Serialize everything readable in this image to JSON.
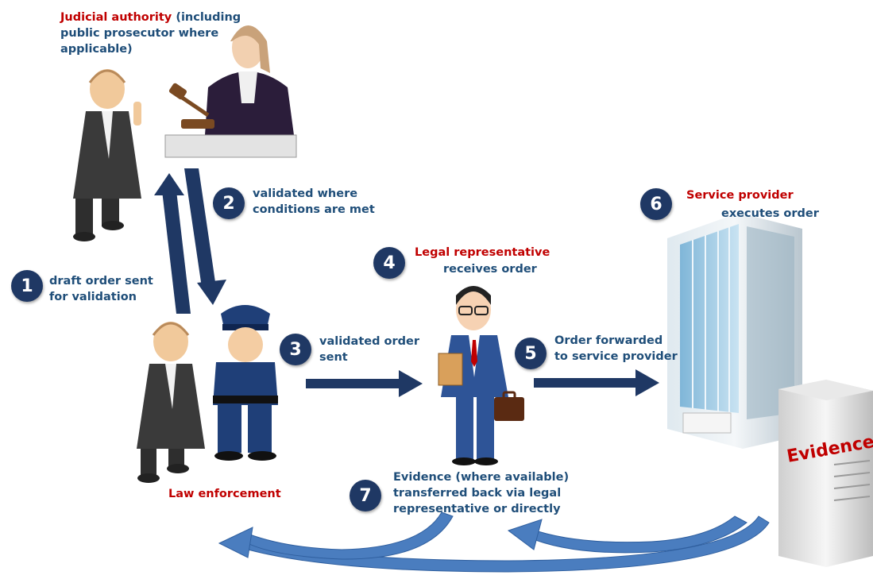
{
  "colors": {
    "navy": "#1f3864",
    "label_blue": "#1f4e79",
    "red": "#c00000",
    "curve_blue": "#4a7dbf"
  },
  "judicial": {
    "title_red": "Judicial authority",
    "title_rest": " (including",
    "line2": "public prosecutor where",
    "line3": "applicable)"
  },
  "steps": [
    {
      "num": "1",
      "lines": [
        "draft order sent",
        "for validation"
      ]
    },
    {
      "num": "2",
      "lines": [
        "validated where",
        "conditions are met"
      ]
    },
    {
      "num": "3",
      "lines": [
        "validated order",
        "sent"
      ]
    },
    {
      "num": "4",
      "title": "Legal representative",
      "lines": [
        "receives order"
      ]
    },
    {
      "num": "5",
      "lines": [
        "Order forwarded",
        "to service provider"
      ]
    },
    {
      "num": "6",
      "title": "Service provider",
      "lines": [
        "executes order"
      ]
    },
    {
      "num": "7",
      "lines": [
        "Evidence (where available)",
        "transferred back via legal",
        "representative or directly"
      ]
    }
  ],
  "law_enforcement": "Law enforcement",
  "server_label": "Evidence",
  "icons": [
    "judge-icon",
    "gavel-judge-icon",
    "police-officer-icon",
    "businessman-icon",
    "office-building-icon",
    "server-icon",
    "briefcase-icon"
  ]
}
